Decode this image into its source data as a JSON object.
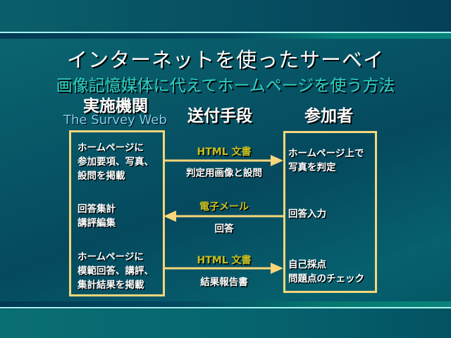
{
  "title": "インターネットを使ったサーベイ",
  "subtitle": "画像記憶媒体に代えてホームページを使う方法",
  "columns": {
    "organizer": "実施機関",
    "organizer_sub": "The Survey Web",
    "transport": "送付手段",
    "participant": "参加者"
  },
  "left_box": [
    "ホームページに\n参加要項、写真、\n設問を掲載",
    "回答集計\n講評編集",
    "ホームページに\n模範回答、講評、\n集計結果を掲載"
  ],
  "right_box": [
    "ホームページ上で\n写真を判定",
    "回答入力",
    "自己採点\n問題点のチェック"
  ],
  "flows": [
    {
      "medium": "HTML 文書",
      "content": "判定用画像と設問",
      "direction": "right"
    },
    {
      "medium": "電子メール",
      "content": "回答",
      "direction": "left"
    },
    {
      "medium": "HTML 文書",
      "content": "結果報告書",
      "direction": "right"
    }
  ],
  "colors": {
    "box_border": "#f8d67a",
    "medium_label": "#c8c020",
    "subtitle": "#2fd0c0",
    "web_label": "#7fd0f0"
  }
}
